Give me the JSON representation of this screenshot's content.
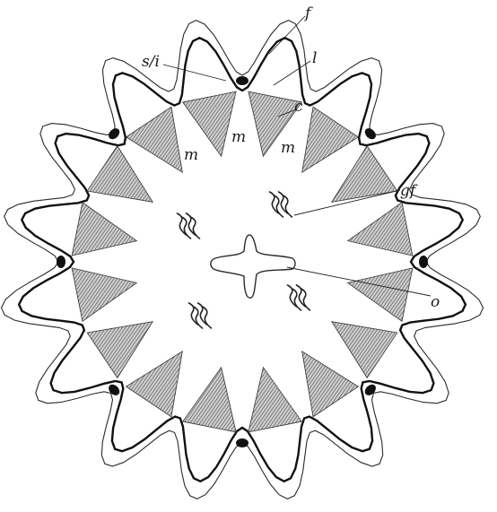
{
  "labels": {
    "f": "f",
    "l": "l",
    "sk": "s/i",
    "c": "c",
    "m1": "m",
    "m2": "m",
    "m3": "m",
    "gf": "gf",
    "o": "o"
  },
  "structure": {
    "lobes": 16,
    "sense_organs": 8,
    "muscle_wedges": 16,
    "gonad_clusters": 4,
    "mouth_arms": 4
  },
  "colors": {
    "ink": "#111111",
    "background": "#ffffff"
  }
}
